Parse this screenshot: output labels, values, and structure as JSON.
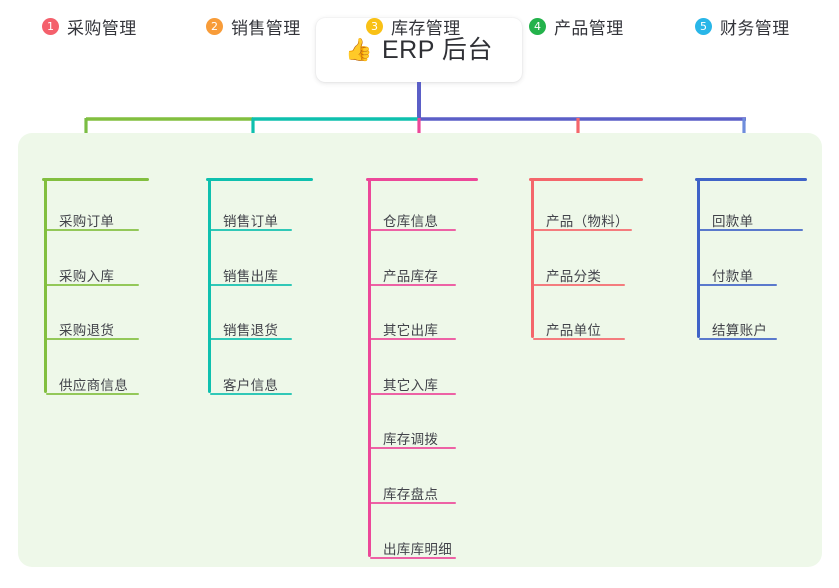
{
  "root": {
    "icon": "thumbs-up-icon",
    "icon_glyph": "👍",
    "title": "ERP 后台"
  },
  "panel": {
    "background_color": "#eef8e9"
  },
  "stem_color": "#5b5fc7",
  "connector_segments": [
    {
      "name": "segment-green",
      "color": "#82bf3f"
    },
    {
      "name": "segment-teal",
      "color": "#0ec0ae"
    },
    {
      "name": "segment-blue",
      "color": "#5b5fc7"
    }
  ],
  "columns": [
    {
      "number": "1",
      "title": "采购管理",
      "badge_color": "#f4606c",
      "line_color": "#82bf3f",
      "drop_color": "#7bbd44",
      "items": [
        {
          "label": "采购订单"
        },
        {
          "label": "采购入库"
        },
        {
          "label": "采购退货"
        },
        {
          "label": "供应商信息"
        }
      ]
    },
    {
      "number": "2",
      "title": "销售管理",
      "badge_color": "#f89c39",
      "line_color": "#0ec0ae",
      "drop_color": "#0ec0ae",
      "items": [
        {
          "label": "销售订单"
        },
        {
          "label": "销售出库"
        },
        {
          "label": "销售退货"
        },
        {
          "label": "客户信息"
        }
      ]
    },
    {
      "number": "3",
      "title": "库存管理",
      "badge_color": "#f9c116",
      "line_color": "#ec4899",
      "drop_color": "#ec4899",
      "items": [
        {
          "label": "仓库信息"
        },
        {
          "label": "产品库存"
        },
        {
          "label": "其它出库"
        },
        {
          "label": "其它入库"
        },
        {
          "label": "库存调拨"
        },
        {
          "label": "库存盘点"
        },
        {
          "label": "出库库明细"
        }
      ]
    },
    {
      "number": "4",
      "title": "产品管理",
      "badge_color": "#23b24b",
      "line_color": "#f4666b",
      "drop_color": "#f4666b",
      "items": [
        {
          "label": "产品（物料）"
        },
        {
          "label": "产品分类"
        },
        {
          "label": "产品单位"
        }
      ]
    },
    {
      "number": "5",
      "title": "财务管理",
      "badge_color": "#29b6e8",
      "line_color": "#3f63c7",
      "drop_color": "#6f8ddc",
      "items": [
        {
          "label": "回款单"
        },
        {
          "label": "付款单"
        },
        {
          "label": "结算账户"
        }
      ]
    }
  ]
}
